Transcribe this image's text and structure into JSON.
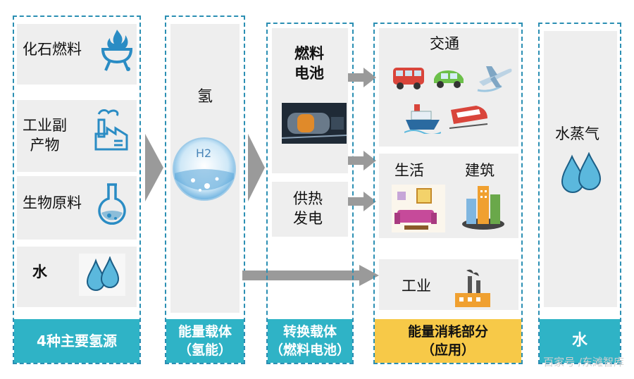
{
  "columns": {
    "sources": {
      "items": [
        "化石燃料",
        "工业副\n产物",
        "生物原料",
        "水"
      ],
      "footer": "4种主要氢源"
    },
    "carrier": {
      "item": "氢",
      "h2_label": "H2",
      "footer_line1": "能量载体",
      "footer_line2": "（氢能）"
    },
    "conversion": {
      "item1": "燃料\n电池",
      "item2": "供热\n发电",
      "footer_line1": "转换载体",
      "footer_line2": "（燃料电池）"
    },
    "consumption": {
      "transport": "交通",
      "life": "生活",
      "building": "建筑",
      "industry": "工业",
      "footer_line1": "能量消耗部分",
      "footer_line2": "（应用）"
    },
    "water": {
      "item": "水蒸气",
      "footer": "水"
    }
  },
  "watermark": "百家号 /东滩智库",
  "colors": {
    "border": "#2b8fb3",
    "teal": "#2fb3c6",
    "yellow": "#f7c948",
    "drop": "#5bb8dd",
    "arrow": "#9a9a9a"
  }
}
